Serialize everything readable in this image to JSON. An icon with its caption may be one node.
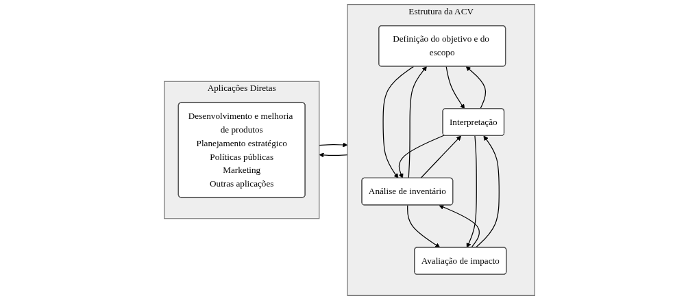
{
  "diagram": {
    "nodes": [
      {
        "text": [
          "Estrutura da ACV"
        ]
      },
      {
        "text": [
          "Definição do objetivo e do escopo"
        ],
        "in": 0
      },
      {
        "text": [
          "Análise de inventário"
        ],
        "in": 0
      },
      {
        "text": [
          "Avaliação de impacto"
        ],
        "in": 0
      },
      {
        "text": [
          "Interpretação"
        ],
        "in": 0
      },
      {
        "text": [
          "Aplicações Diretas"
        ]
      },
      {
        "text": [
          "Desenvolvimento e melhoria de produtos",
          "Planejamento estratégico",
          "Políticas públicas",
          "Marketing",
          "Outras aplicações"
        ],
        "in": 5
      }
    ],
    "edges": [
      {
        "from": 1,
        "to": 4,
        "arrow": "to"
      },
      {
        "from": 4,
        "to": 1,
        "arrow": "to"
      },
      {
        "from": 1,
        "to": 2,
        "arrow": "to"
      },
      {
        "from": 2,
        "to": 1,
        "arrow": "to"
      },
      {
        "from": 2,
        "to": 4,
        "arrow": "to"
      },
      {
        "from": 4,
        "to": 2,
        "arrow": "to"
      },
      {
        "from": 2,
        "to": 3,
        "arrow": "to"
      },
      {
        "from": 3,
        "to": 2,
        "arrow": "to"
      },
      {
        "from": 3,
        "to": 4,
        "arrow": "to"
      },
      {
        "from": 4,
        "to": 3,
        "arrow": "to"
      },
      {
        "from": 0,
        "to": 5,
        "arrow": "to"
      },
      {
        "from": 5,
        "to": 0,
        "arrow": "to"
      }
    ]
  }
}
